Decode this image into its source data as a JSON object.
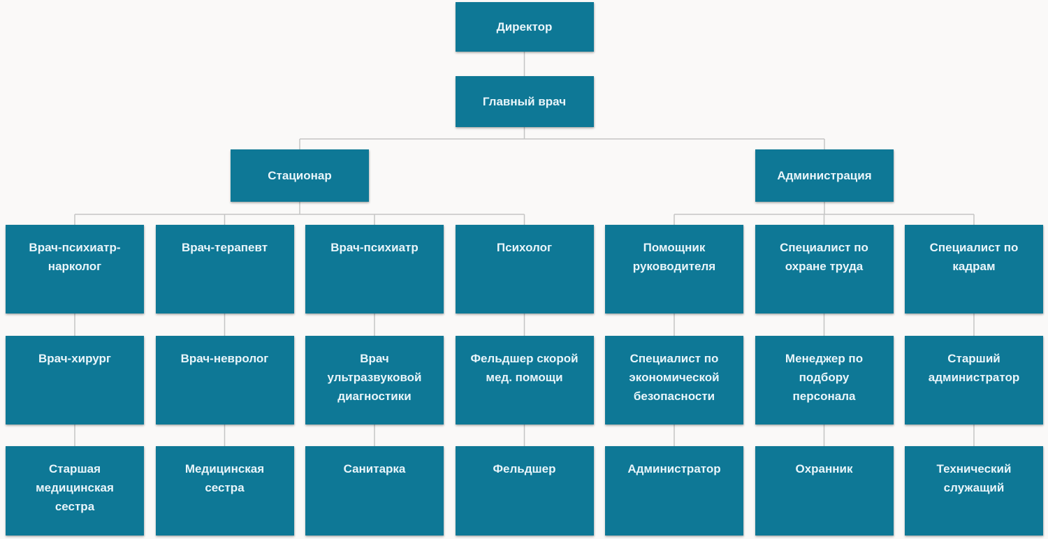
{
  "colors": {
    "background": "#faf9f8",
    "node_bg": "#0e7896",
    "node_text": "#e9f5fa",
    "connector": "#c4c4c4"
  },
  "org": {
    "root": {
      "label": "Директор"
    },
    "chief": {
      "label": "Главный врач"
    },
    "branches": [
      {
        "label": "Стационар"
      },
      {
        "label": "Администрация"
      }
    ],
    "columns": [
      {
        "branch": 0,
        "cells": [
          "Врач-психиатр-нарколог",
          "Врач-хирург",
          "Старшая медицинская сестра"
        ]
      },
      {
        "branch": 0,
        "cells": [
          "Врач-терапевт",
          "Врач-невролог",
          "Медицинская сестра"
        ]
      },
      {
        "branch": 0,
        "cells": [
          "Врач-психиатр",
          "Врач ультразвуковой диагностики",
          "Санитарка"
        ]
      },
      {
        "branch": 0,
        "cells": [
          "Психолог",
          "Фельдшер скорой мед. помощи",
          "Фельдшер"
        ]
      },
      {
        "branch": 1,
        "cells": [
          "Помощник руководителя",
          "Специалист по экономической безопасности",
          "Администратор"
        ]
      },
      {
        "branch": 1,
        "cells": [
          "Специалист по охране труда",
          "Менеджер по подбору персонала",
          "Охранник"
        ]
      },
      {
        "branch": 1,
        "cells": [
          "Специалист по кадрам",
          "Старший администратор",
          "Технический служащий"
        ]
      }
    ]
  }
}
